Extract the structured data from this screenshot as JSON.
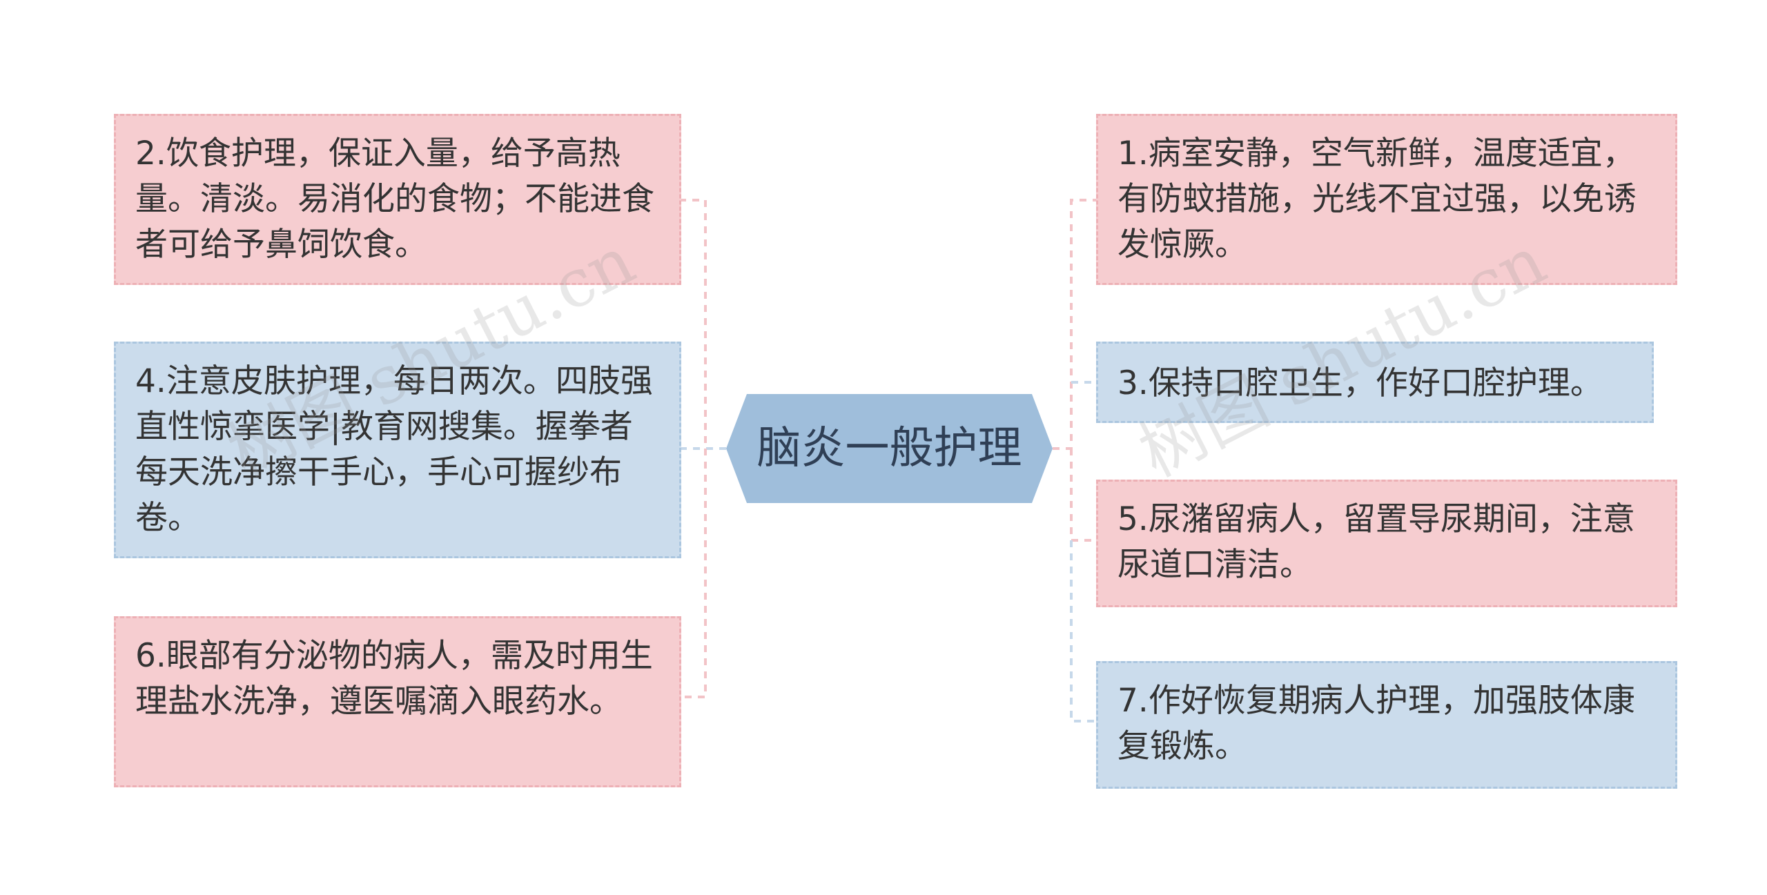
{
  "center": {
    "label": "脑炎一般护理",
    "color": "#9fbedb"
  },
  "left_branches": [
    {
      "text": "2.饮食护理，保证入量，给予高热量。清淡。易消化的食物；不能进食者可给予鼻饲饮食。",
      "theme": "pink"
    },
    {
      "text": "4.注意皮肤护理，每日两次。四肢强直性惊挛医学|教育网搜集。握拳者每天洗净擦干手心，手心可握纱布卷。",
      "theme": "blue"
    },
    {
      "text": "6.眼部有分泌物的病人，需及时用生理盐水洗净，遵医嘱滴入眼药水。",
      "theme": "pink"
    }
  ],
  "right_branches": [
    {
      "text": "1.病室安静，空气新鲜，温度适宜，有防蚊措施，光线不宜过强，以免诱发惊厥。",
      "theme": "pink"
    },
    {
      "text": "3.保持口腔卫生，作好口腔护理。",
      "theme": "blue"
    },
    {
      "text": "5.尿潴留病人，留置导尿期间，注意尿道口清洁。",
      "theme": "pink"
    },
    {
      "text": "7.作好恢复期病人护理，加强肢体康复锻炼。",
      "theme": "blue"
    }
  ],
  "watermarks": [
    "树图 shutu.cn",
    "树图 shutu.cn"
  ],
  "colors": {
    "pink_fill": "#f6cdd0",
    "pink_border": "#edb0b5",
    "blue_fill": "#cbdcec",
    "blue_border": "#abc6df",
    "text": "#333333"
  }
}
